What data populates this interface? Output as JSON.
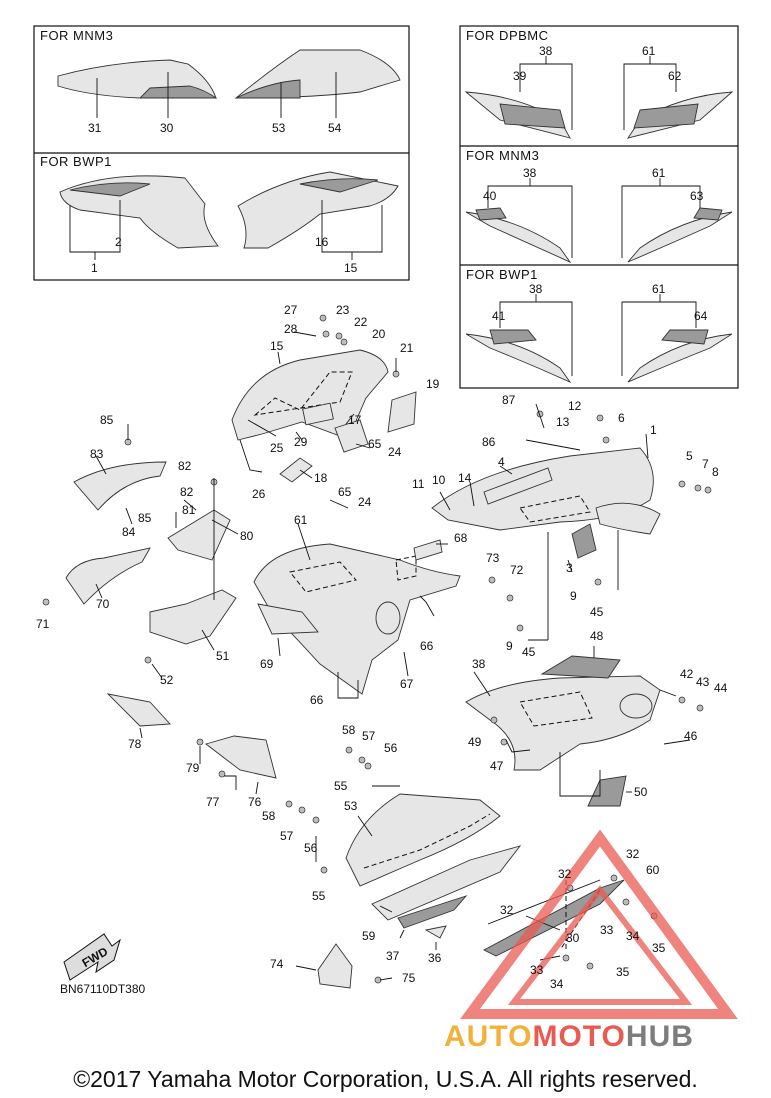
{
  "boxes": {
    "top_left_1": "FOR  MNM3",
    "top_left_2": "FOR  BWP1",
    "top_right_1": "FOR  DPBMC",
    "top_right_2": "FOR  MNM3",
    "top_right_3": "FOR  BWP1"
  },
  "callouts": {
    "c31": "31",
    "c30a": "30",
    "c53a": "53",
    "c54": "54",
    "c2": "2",
    "c1a": "1",
    "c16": "16",
    "c15a": "15",
    "c38a": "38",
    "c39": "39",
    "c61a": "61",
    "c62": "62",
    "c38b": "38",
    "c40": "40",
    "c61b": "61",
    "c63": "63",
    "c38c": "38",
    "c41": "41",
    "c61c": "61",
    "c64": "64",
    "c27": "27",
    "c23": "23",
    "c22": "22",
    "c28": "28",
    "c20": "20",
    "c15b": "15",
    "c21": "21",
    "c19": "19",
    "c29": "29",
    "c25": "25",
    "c17": "17",
    "c65a": "65",
    "c24a": "24",
    "c26": "26",
    "c18": "18",
    "c65b": "65",
    "c24b": "24",
    "c87": "87",
    "c12": "12",
    "c13": "13",
    "c6": "6",
    "c1b": "1",
    "c86": "86",
    "c5": "5",
    "c7": "7",
    "c8": "8",
    "c4": "4",
    "c11": "11",
    "c10": "10",
    "c14": "14",
    "c3": "3",
    "c9a": "9",
    "c45a": "45",
    "c73": "73",
    "c72": "72",
    "c9b": "9",
    "c45b": "45",
    "c85a": "85",
    "c83": "83",
    "c82a": "82",
    "c82b": "82",
    "c81": "81",
    "c85b": "85",
    "c84": "84",
    "c80": "80",
    "c61d": "61",
    "c68": "68",
    "c66a": "66",
    "c66b": "66",
    "c67": "67",
    "c69": "69",
    "c70": "70",
    "c71": "71",
    "c51": "51",
    "c52": "52",
    "c38d": "38",
    "c48": "48",
    "c42": "42",
    "c43": "43",
    "c44": "44",
    "c49": "49",
    "c47": "47",
    "c46": "46",
    "c50": "50",
    "c78": "78",
    "c79": "79",
    "c77": "77",
    "c76": "76",
    "c58a": "58",
    "c57a": "57",
    "c56a": "56",
    "c55a": "55",
    "c53b": "53",
    "c58b": "58",
    "c57b": "57",
    "c56b": "56",
    "c55b": "55",
    "c59": "59",
    "c37": "37",
    "c36": "36",
    "c32a": "32",
    "c32b": "32",
    "c60": "60",
    "c32c": "32",
    "c33a": "33",
    "c34a": "34",
    "c35a": "35",
    "c30b": "30",
    "c33b": "33",
    "c34b": "34",
    "c35b": "35",
    "c74": "74",
    "c75": "75"
  },
  "fwd_label": "FWD",
  "diagram_code": "BN67110DT380",
  "watermark": {
    "part1": "AUTO",
    "part2": "MOTO",
    "part3": "HUB"
  },
  "copyright": "©2017 Yamaha Motor Corporation, U.S.A. All rights reserved.",
  "colors": {
    "watermark_orange": "#f2b23a",
    "watermark_red": "#e95b52",
    "watermark_gray": "#7d7d7d"
  }
}
